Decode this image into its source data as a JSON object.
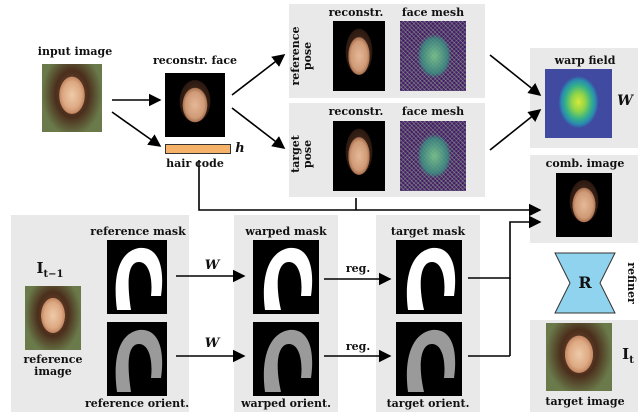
{
  "labels": {
    "input_image": "input image",
    "reconstr_face": "reconstr. face",
    "hair_code": "hair code",
    "h": "h",
    "reconstr_top": "reconstr.",
    "face_mesh_top": "face mesh",
    "reference_pose": "reference\npose",
    "reconstr_mid": "reconstr.",
    "face_mesh_mid": "face mesh",
    "target_pose": "target\npose",
    "warp_field": "warp field",
    "W_right": "W",
    "comb_image": "comb. image",
    "refiner": "refiner",
    "R": "R",
    "I_t": "I",
    "I_t_sub": "t",
    "target_image": "target image",
    "I_t1": "I",
    "I_t1_sub": "t−1",
    "reference_image": "reference\nimage",
    "reference_mask": "reference mask",
    "warped_mask": "warped mask",
    "target_mask": "target mask",
    "W_arrow1": "W",
    "W_arrow2": "W",
    "reg1": "reg.",
    "reg2": "reg.",
    "reference_orient": "reference orient.",
    "warped_orient": "warped orient.",
    "target_orient": "target orient."
  },
  "colors": {
    "panel_bg": "#e9e9e9",
    "hair_code_fill": "#f7b26a",
    "refiner_fill": "#8fd3ee",
    "arrow": "#000000"
  }
}
